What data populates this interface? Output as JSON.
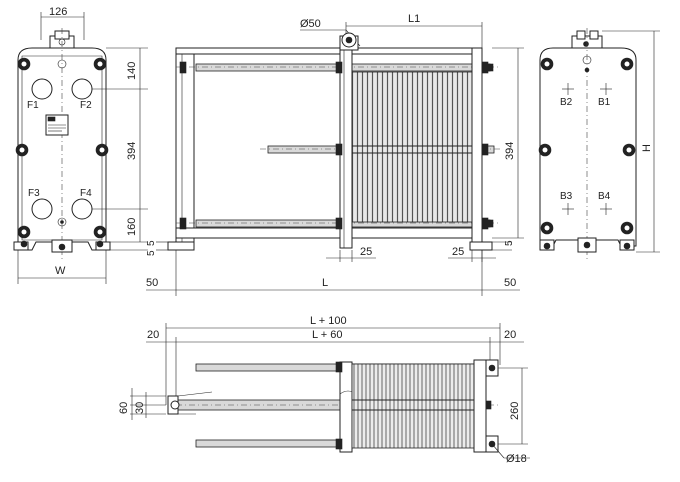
{
  "front_view": {
    "dim_top_width": "126",
    "dim_upper": "140",
    "dim_middle": "394",
    "dim_lower": "160",
    "dim_foot": "5",
    "dim_width": "W",
    "port_labels": [
      "F1",
      "F2",
      "F3",
      "F4"
    ]
  },
  "side_view": {
    "dim_hole": "Ø50",
    "dim_l1": "L1",
    "dim_height_394": "394",
    "dim_left_offset": "25",
    "dim_right_offset": "25",
    "dim_left_foot": "5",
    "dim_right_foot": "5",
    "dim_left_50": "50",
    "dim_right_50": "50",
    "dim_length": "L"
  },
  "back_view": {
    "port_labels": [
      "B1",
      "B2",
      "B3",
      "B4"
    ],
    "dim_height": "H"
  },
  "top_view": {
    "dim_l100": "L + 100",
    "dim_l60": "L + 60",
    "dim_left_20": "20",
    "dim_right_20": "20",
    "dim_60": "60",
    "dim_30": "30",
    "dim_260": "260",
    "dim_hole": "Ø18"
  }
}
